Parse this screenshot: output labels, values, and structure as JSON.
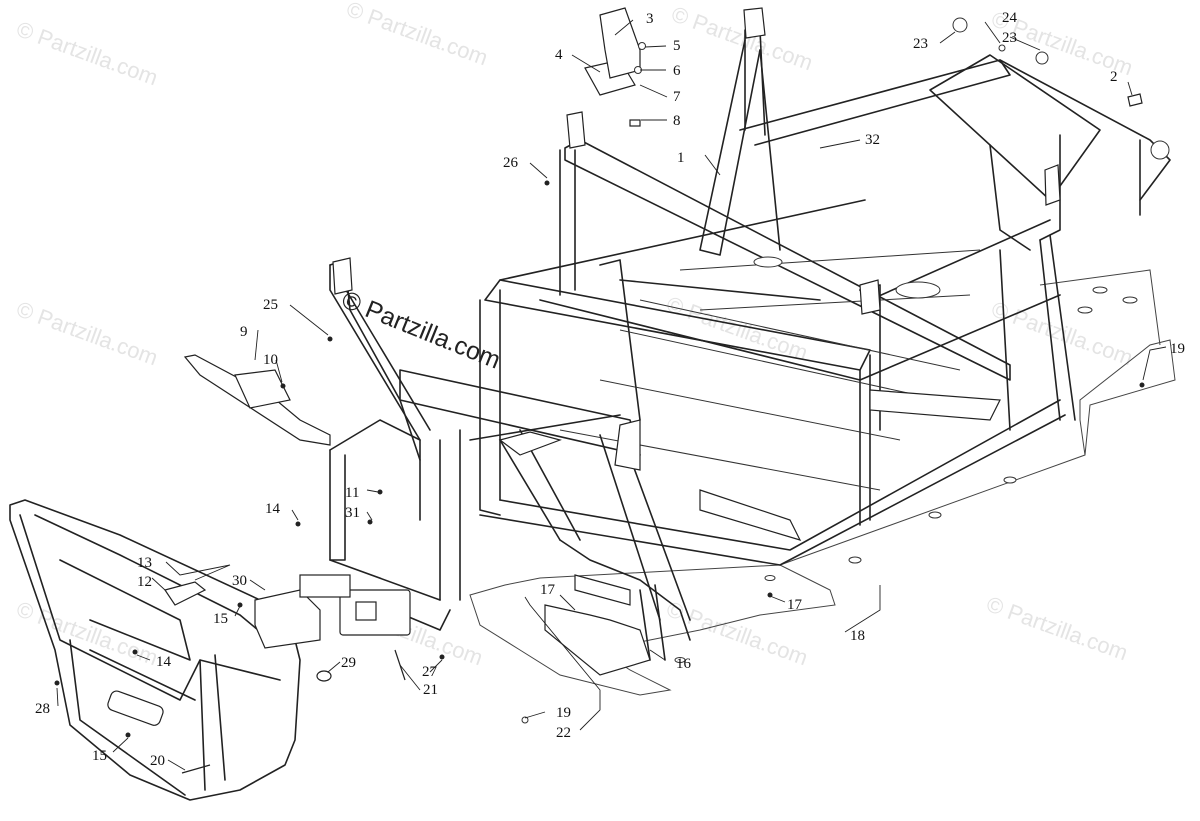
{
  "watermark": {
    "text": "© Partzilla.com",
    "overlay_text": "© Partzilla.com"
  },
  "callouts": [
    {
      "id": "c1",
      "label": "1"
    },
    {
      "id": "c2",
      "label": "2"
    },
    {
      "id": "c3",
      "label": "3"
    },
    {
      "id": "c4",
      "label": "4"
    },
    {
      "id": "c5",
      "label": "5"
    },
    {
      "id": "c6",
      "label": "6"
    },
    {
      "id": "c7",
      "label": "7"
    },
    {
      "id": "c8",
      "label": "8"
    },
    {
      "id": "c9",
      "label": "9"
    },
    {
      "id": "c10",
      "label": "10"
    },
    {
      "id": "c11",
      "label": "11"
    },
    {
      "id": "c12",
      "label": "12"
    },
    {
      "id": "c13",
      "label": "13"
    },
    {
      "id": "c14a",
      "label": "14"
    },
    {
      "id": "c14b",
      "label": "14"
    },
    {
      "id": "c15a",
      "label": "15"
    },
    {
      "id": "c15b",
      "label": "15"
    },
    {
      "id": "c16",
      "label": "16"
    },
    {
      "id": "c17a",
      "label": "17"
    },
    {
      "id": "c17b",
      "label": "17"
    },
    {
      "id": "c18",
      "label": "18"
    },
    {
      "id": "c19a",
      "label": "19"
    },
    {
      "id": "c19b",
      "label": "19"
    },
    {
      "id": "c20",
      "label": "20"
    },
    {
      "id": "c21",
      "label": "21"
    },
    {
      "id": "c22",
      "label": "22"
    },
    {
      "id": "c23a",
      "label": "23"
    },
    {
      "id": "c23b",
      "label": "23"
    },
    {
      "id": "c24",
      "label": "24"
    },
    {
      "id": "c25",
      "label": "25"
    },
    {
      "id": "c26",
      "label": "26"
    },
    {
      "id": "c27",
      "label": "27"
    },
    {
      "id": "c28",
      "label": "28"
    },
    {
      "id": "c29",
      "label": "29"
    },
    {
      "id": "c30",
      "label": "30"
    },
    {
      "id": "c31",
      "label": "31"
    },
    {
      "id": "c32",
      "label": "32"
    }
  ]
}
